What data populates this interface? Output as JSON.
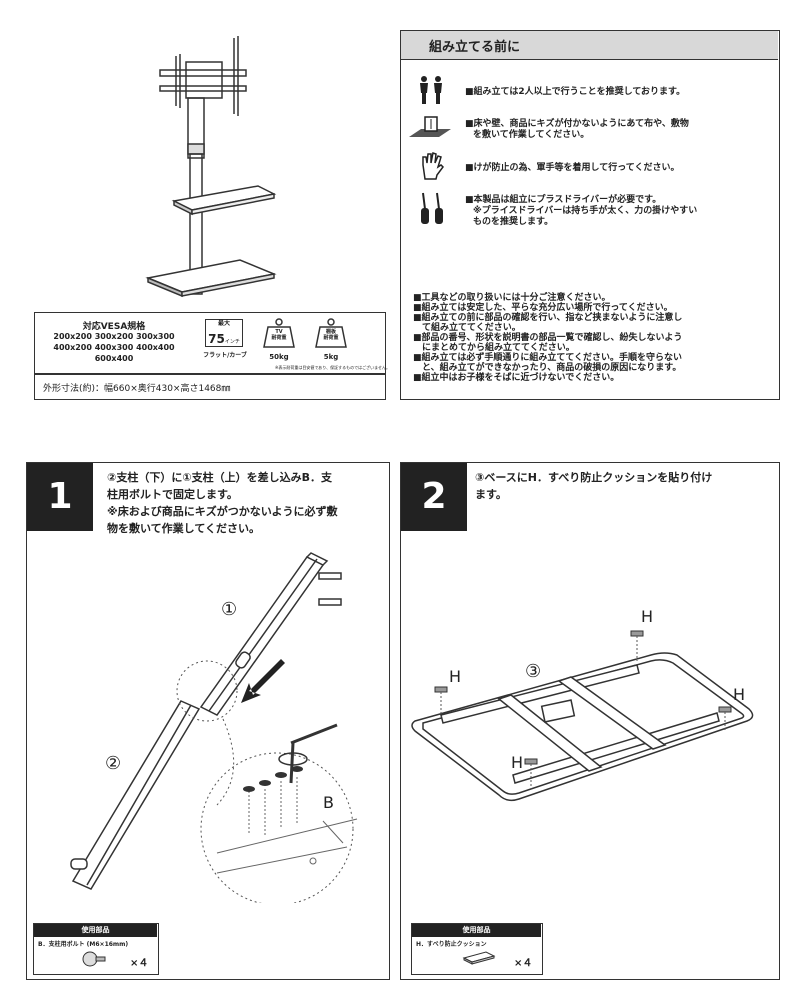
{
  "spec": {
    "vesa_title": "対応VESA規格",
    "vesa_sizes": [
      "200x200 300x200 300x300",
      "400x200 400x300 400x400",
      "600x400"
    ],
    "max_size_label": "最大",
    "max_size_value": "75",
    "max_size_unit": "インチ",
    "screen_type": "フラット/カーブ",
    "tv_weight_label_1": "TV",
    "tv_weight_label_2": "耐荷重",
    "tv_weight_value": "50kg",
    "shelf_weight_label_1": "棚板",
    "shelf_weight_label_2": "耐荷重",
    "shelf_weight_value": "5kg",
    "footnote": "※表示耐荷重は目安値であり、保証するものではございません。",
    "dimensions": "外形寸法(約)：幅660×奥行430×高さ1468㎜"
  },
  "before": {
    "title": "組み立てる前に",
    "items": [
      {
        "icon": "people-icon",
        "text": [
          "■組み立ては2人以上で行うことを推奨しております。"
        ]
      },
      {
        "icon": "floor-protection-icon",
        "text": [
          "■床や壁、商品にキズが付かないようにあて布や、敷物",
          "を敷いて作業してください。"
        ]
      },
      {
        "icon": "glove-icon",
        "text": [
          "■けが防止の為、軍手等を着用して行ってください。"
        ]
      },
      {
        "icon": "screwdriver-icon",
        "text": [
          "■本製品は組立にプラスドライバーが必要です。",
          "※プライスドライバーは持ち手が太く、力の掛けやすい",
          "ものを推奨します。"
        ]
      }
    ],
    "warnings": [
      "■工具などの取り扱いには十分ご注意ください。",
      "■組み立ては安定した、平らな充分広い場所で行ってください。",
      "■組み立ての前に部品の確認を行い、指など挟まないように注意し",
      "　て組み立ててください。",
      "■部品の番号、形状を説明書の部品一覧で確認し、紛失しないよう",
      "　にまとめてから組み立ててください。",
      "■組み立ては必ず手順通りに組み立ててください。手順を守らない",
      "　と、組み立てができなかったり、商品の破損の原因になります。",
      "■組立中はお子様をそばに近づけないでください。"
    ]
  },
  "step1": {
    "number": "1",
    "text": [
      "②支柱（下）に①支柱（上）を差し込みB．支",
      "柱用ボルトで固定します。",
      "※床および商品にキズがつかないように必ず敷",
      "物を敷いて作業してください。"
    ],
    "label_1": "①",
    "label_2": "②",
    "label_b": "B",
    "parts_title": "使用部品",
    "parts_name": "B．支柱用ボルト (M6×16mm)",
    "parts_qty": "×４"
  },
  "step2": {
    "number": "2",
    "text": [
      "③ベースにH．すべり防止クッションを貼り付け",
      "ます。"
    ],
    "label_3": "③",
    "label_h": "H",
    "parts_title": "使用部品",
    "parts_name": "H．すべり防止クッション",
    "parts_qty": "×４"
  }
}
